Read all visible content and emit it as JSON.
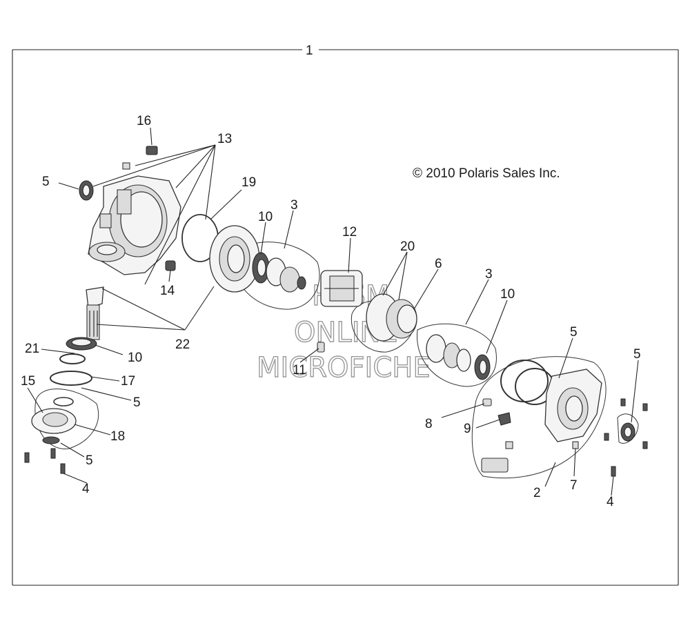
{
  "copyright": "© 2010 Polaris Sales Inc.",
  "watermark": {
    "line1": "HLSM",
    "line2": "ONLINE",
    "line3": "MICROFICHE"
  },
  "callouts": {
    "c1": "1",
    "c2": "2",
    "c3a": "3",
    "c3b": "3",
    "c4a": "4",
    "c4b": "4",
    "c5a": "5",
    "c5b": "5",
    "c5c": "5",
    "c5d": "5",
    "c5e": "5",
    "c6": "6",
    "c7": "7",
    "c8": "8",
    "c9": "9",
    "c10a": "10",
    "c10b": "10",
    "c10c": "10",
    "c11": "11",
    "c12": "12",
    "c13": "13",
    "c14": "14",
    "c15": "15",
    "c16": "16",
    "c17": "17",
    "c18": "18",
    "c19": "19",
    "c20": "20",
    "c21": "21",
    "c22": "22"
  }
}
